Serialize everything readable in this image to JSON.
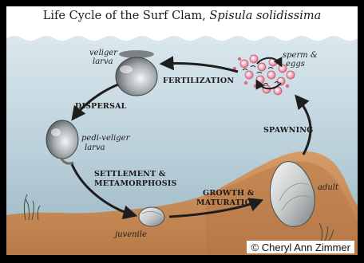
{
  "title": {
    "main": "Life Cycle of the Surf Clam, ",
    "species": "Spisula solidissima"
  },
  "stages": {
    "veliger_larva": [
      "veliger",
      "larva"
    ],
    "pedi_veliger_larva": [
      "pedi-veliger",
      "larva"
    ],
    "juvenile": "juvenile",
    "adult": "adult",
    "sperm_eggs": [
      "sperm &",
      "eggs"
    ]
  },
  "processes": {
    "fertilization": "FERTILIZATION",
    "dispersal": "DISPERSAL",
    "settlement": [
      "SETTLEMENT &",
      "METAMORPHOSIS"
    ],
    "growth": [
      "GROWTH &",
      "MATURATION"
    ],
    "spawning": "SPAWNING"
  },
  "credit": "© Cheryl Ann Zimmer",
  "colors": {
    "water_top": "#d7e6ec",
    "water_bottom": "#9fb9c6",
    "sand": "#c98e5c",
    "sand_dark": "#a86a3c",
    "arrow": "#1e1e1e"
  }
}
